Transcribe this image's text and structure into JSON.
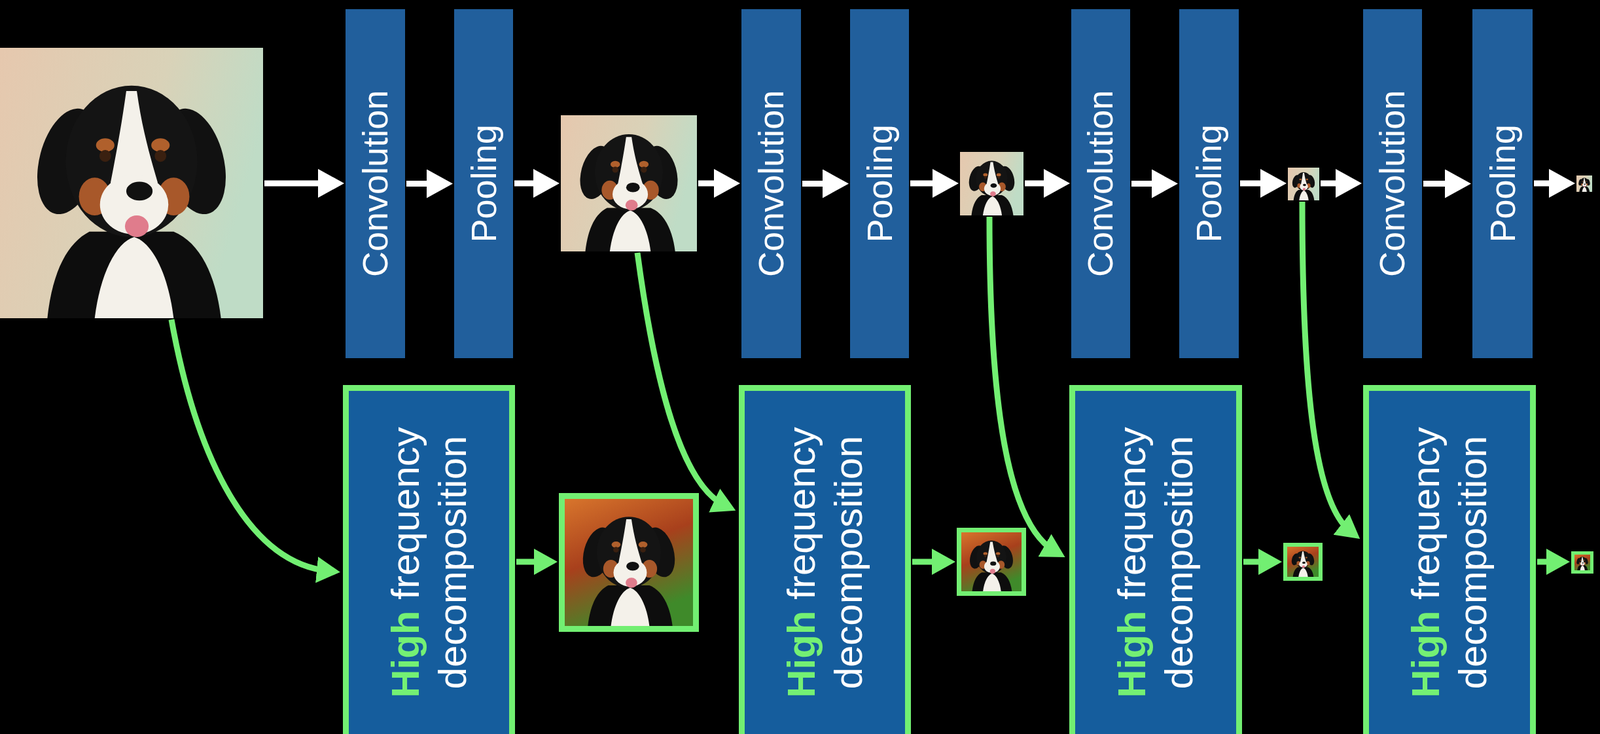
{
  "diagram": {
    "nodes": [
      {
        "text": [
          "Convolution"
        ]
      },
      {
        "text": [
          "Pooling"
        ]
      },
      {
        "text": [
          "Convolution"
        ]
      },
      {
        "text": [
          "Pooling"
        ]
      },
      {
        "text": [
          "Convolution"
        ]
      },
      {
        "text": [
          "Pooling"
        ]
      },
      {
        "text": [
          "Convolution"
        ]
      },
      {
        "text": [
          "Pooling"
        ]
      },
      {
        "text": [
          "High",
          "frequency decomposition"
        ]
      },
      {
        "text": [
          "High",
          "frequency decomposition"
        ]
      },
      {
        "text": [
          "High",
          "frequency decomposition"
        ]
      },
      {
        "text": [
          "High",
          "frequency decomposition"
        ]
      }
    ],
    "edges": [
      {
        "from": 0,
        "to": 1,
        "arrow": "to"
      },
      {
        "from": 2,
        "to": 3,
        "arrow": "to"
      },
      {
        "from": 4,
        "to": 5,
        "arrow": "to"
      },
      {
        "from": 6,
        "to": 7,
        "arrow": "to"
      }
    ]
  }
}
